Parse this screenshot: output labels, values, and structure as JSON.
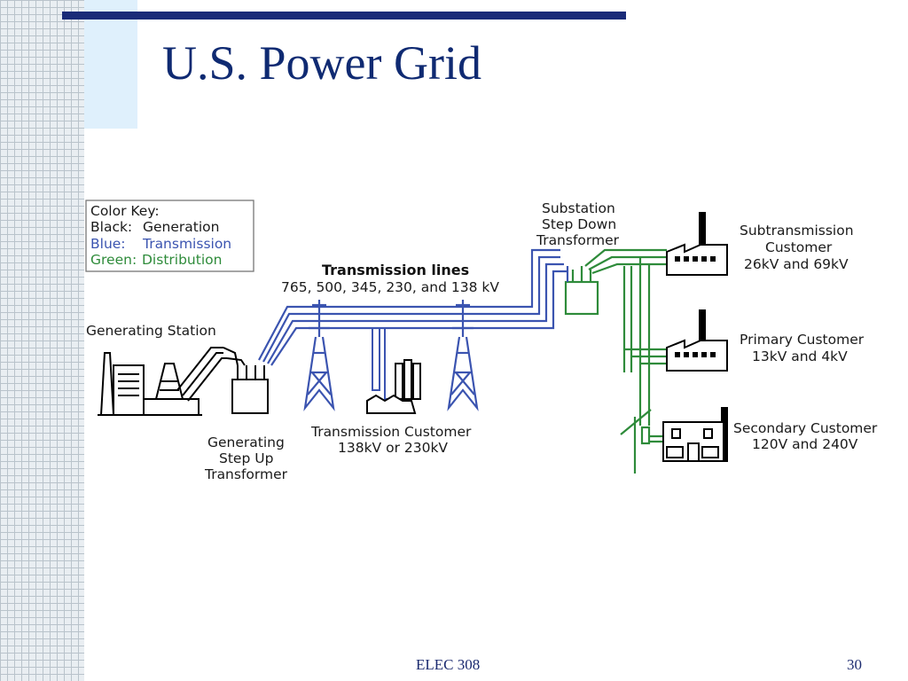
{
  "slide": {
    "title": "U.S. Power Grid",
    "footer_course": "ELEC 308",
    "page_number": "30"
  },
  "colors": {
    "title": "#0f2a72",
    "rule": "#1a2b78",
    "generation": "#000000",
    "transmission": "#3b54b0",
    "distribution": "#2e8b3a"
  },
  "key": {
    "heading": "Color Key:",
    "black_name": "Black:",
    "black_value": "Generation",
    "blue_name": "Blue:",
    "blue_value": "Transmission",
    "green_name": "Green:",
    "green_value": "Distribution"
  },
  "labels": {
    "transmission_lines": "Transmission lines",
    "transmission_voltages": "765, 500, 345, 230, and 138 kV",
    "generating_station": "Generating Station",
    "step_up": [
      "Generating",
      "Step Up",
      "Transformer"
    ],
    "transmission_customer": [
      "Transmission Customer",
      "138kV or 230kV"
    ],
    "substation": [
      "Substation",
      "Step Down",
      "Transformer"
    ],
    "subtransmission_customer": [
      "Subtransmission",
      "Customer",
      "26kV and 69kV"
    ],
    "primary_customer": [
      "Primary Customer",
      "13kV and 4kV"
    ],
    "secondary_customer": [
      "Secondary Customer",
      "120V and 240V"
    ]
  }
}
